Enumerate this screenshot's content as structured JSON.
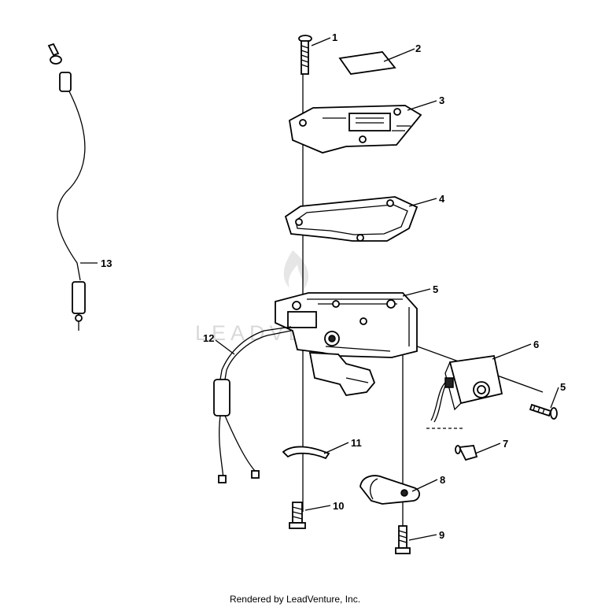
{
  "watermark": {
    "text": "LEADVENTURE"
  },
  "callouts": [
    {
      "id": "c1",
      "label": "1"
    },
    {
      "id": "c2",
      "label": "2"
    },
    {
      "id": "c3",
      "label": "3"
    },
    {
      "id": "c4",
      "label": "4"
    },
    {
      "id": "c5a",
      "label": "5"
    },
    {
      "id": "c6",
      "label": "6"
    },
    {
      "id": "c5b",
      "label": "5"
    },
    {
      "id": "c7",
      "label": "7"
    },
    {
      "id": "c8",
      "label": "8"
    },
    {
      "id": "c9",
      "label": "9"
    },
    {
      "id": "c10",
      "label": "10"
    },
    {
      "id": "c11",
      "label": "11"
    },
    {
      "id": "c12",
      "label": "12"
    },
    {
      "id": "c13",
      "label": "13"
    }
  ],
  "footer": {
    "text": "Rendered by LeadVenture, Inc."
  }
}
